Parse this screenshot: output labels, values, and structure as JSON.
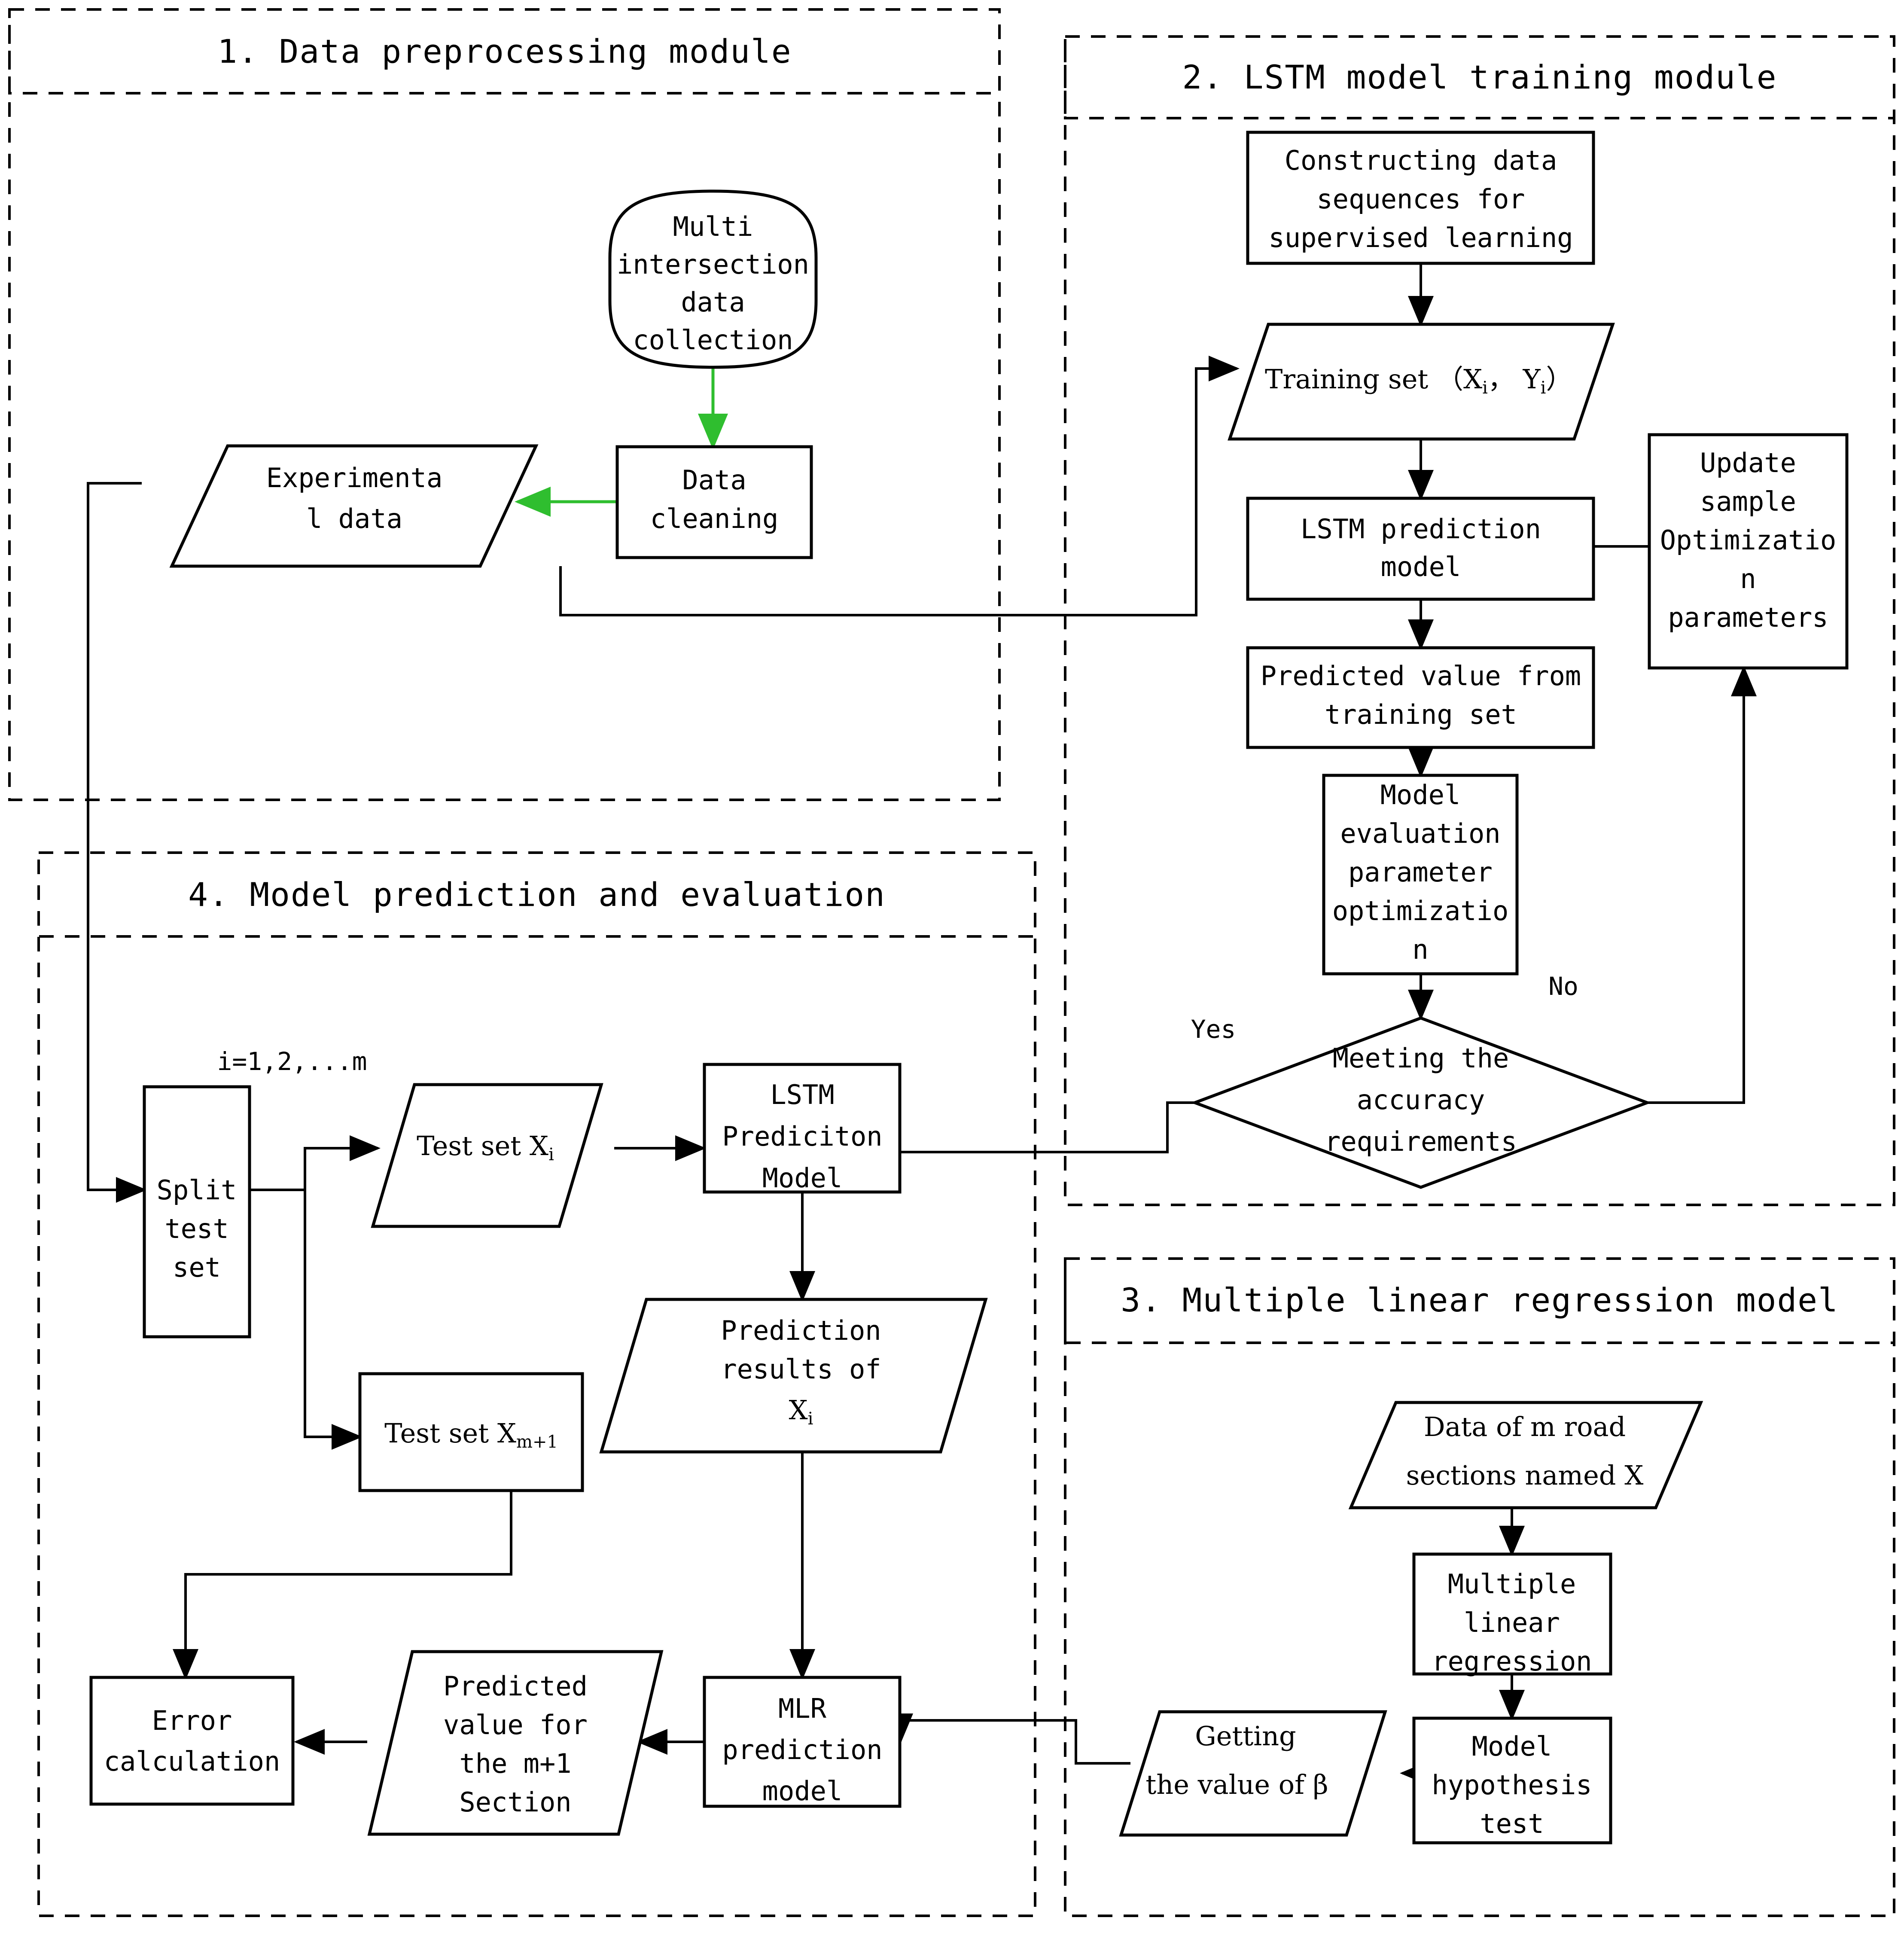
{
  "diagram": {
    "title": "LSTM and MLR traffic prediction flowchart",
    "colors": {
      "stroke": "#000000",
      "fill": "#ffffff",
      "accent_green": "#2fbe2f"
    },
    "modules": [
      {
        "id": "m1",
        "title": "1. Data preprocessing module"
      },
      {
        "id": "m2",
        "title": "2. LSTM model training module"
      },
      {
        "id": "m3",
        "title": "3. Multiple linear regression model"
      },
      {
        "id": "m4",
        "title": "4. Model prediction and evaluation"
      }
    ],
    "nodes": {
      "multi_intersection": {
        "shape": "terminator",
        "lines": [
          "Multi",
          "intersection",
          "data",
          "collection"
        ]
      },
      "data_cleaning": {
        "shape": "process",
        "lines": [
          "Data",
          "cleaning"
        ]
      },
      "experimental_data": {
        "shape": "data",
        "lines": [
          "Experimenta",
          "l data"
        ]
      },
      "constructing_sequences": {
        "shape": "process",
        "lines": [
          "Constructing data",
          "sequences for",
          "supervised learning"
        ]
      },
      "training_set": {
        "shape": "data",
        "lines": [
          "Training set （X",
          "i",
          "，  Y",
          "i",
          "）"
        ],
        "text": "Training set （Xi， Yi）"
      },
      "lstm_prediction_model": {
        "shape": "process",
        "lines": [
          "LSTM prediction",
          "model"
        ]
      },
      "predicted_value_training": {
        "shape": "process",
        "lines": [
          "Predicted value from",
          "training set"
        ]
      },
      "model_evaluation": {
        "shape": "process",
        "lines": [
          "Model",
          "evaluation",
          "parameter",
          "optimizatio",
          "n"
        ]
      },
      "update_sample": {
        "shape": "process",
        "lines": [
          "Update",
          "sample",
          "Optimizatio",
          "n",
          "parameters"
        ]
      },
      "meeting_accuracy": {
        "shape": "decision",
        "lines": [
          "Meeting the",
          "accuracy",
          "requirements"
        ]
      },
      "split_test_set": {
        "shape": "process",
        "lines": [
          "Split",
          "test",
          "set"
        ]
      },
      "test_set_xi": {
        "shape": "data",
        "text": "Test set X",
        "sub": "i"
      },
      "lstm_prediciton_model_4": {
        "shape": "process",
        "lines": [
          "LSTM",
          "Prediciton",
          "Model"
        ]
      },
      "prediction_results_xi": {
        "shape": "data",
        "lines": [
          "Prediction",
          "results of",
          "X"
        ],
        "sub": "i"
      },
      "test_set_xm1": {
        "shape": "process",
        "text": "Test set X",
        "sub": "m+1"
      },
      "mlr_prediction_model": {
        "shape": "process",
        "lines": [
          "MLR",
          "prediction",
          "model"
        ]
      },
      "predicted_value_m1": {
        "shape": "data",
        "lines": [
          "Predicted",
          "value for",
          "the m+1",
          "Section"
        ]
      },
      "error_calculation": {
        "shape": "process",
        "lines": [
          "Error",
          "calculation"
        ]
      },
      "data_of_m_road": {
        "shape": "data",
        "lines": [
          "Data of m road",
          "sections named X"
        ]
      },
      "multiple_linear_regression": {
        "shape": "process",
        "lines": [
          "Multiple",
          "linear",
          "regression"
        ]
      },
      "model_hypothesis_test": {
        "shape": "process",
        "lines": [
          "Model",
          "hypothesis",
          "test"
        ]
      },
      "getting_value_beta": {
        "shape": "data",
        "lines": [
          "Getting",
          "the value of β"
        ]
      }
    },
    "edge_labels": {
      "yes": "Yes",
      "no": "No",
      "iteration": "i=1,2,...m"
    }
  }
}
